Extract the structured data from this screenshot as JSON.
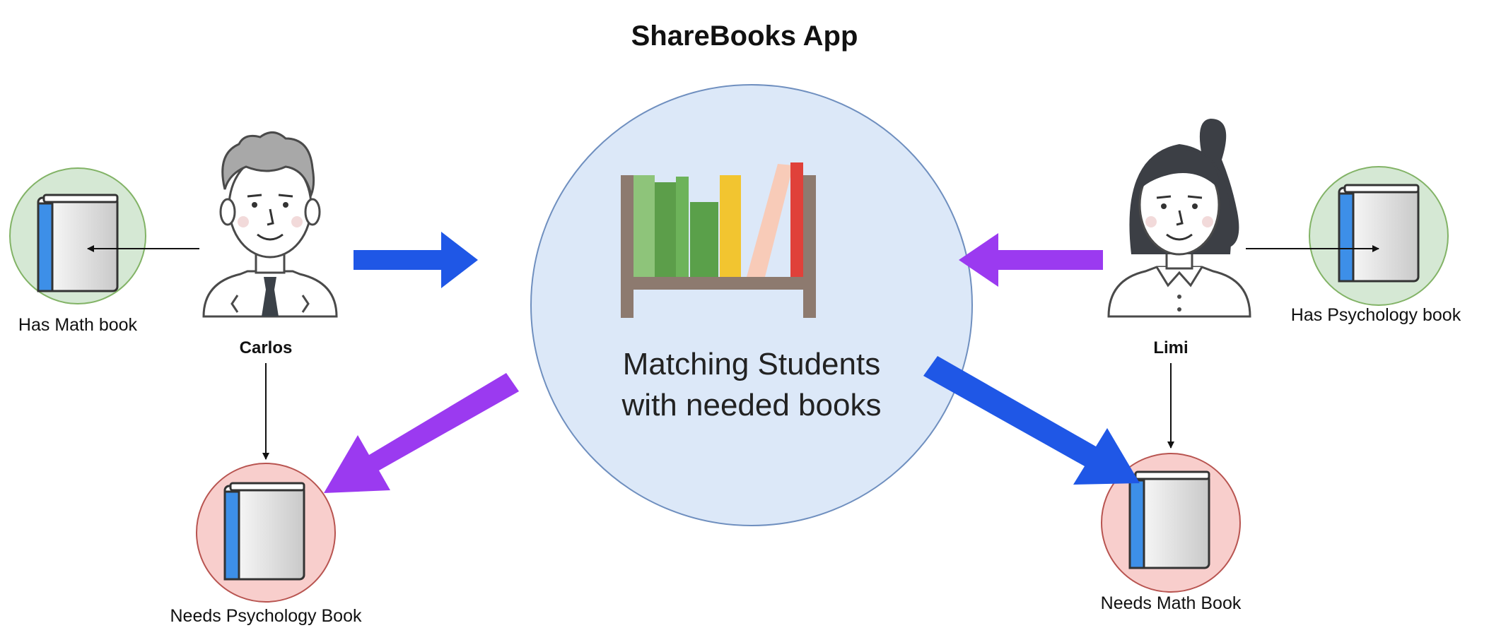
{
  "title": "ShareBooks App",
  "center": {
    "line1": "Matching Students",
    "line2": "with needed books"
  },
  "people": {
    "left": {
      "name": "Carlos",
      "has_label": "Has Math book",
      "needs_label": "Needs Psychology Book"
    },
    "right": {
      "name": "Limi",
      "has_label": "Has Psychology book",
      "needs_label": "Needs Math Book"
    }
  },
  "colors": {
    "blue_arrow": "#1f57e6",
    "purple_arrow": "#9b3af0",
    "center_fill": "#dce8f8",
    "center_stroke": "#6f8fbf",
    "has_fill": "#d5e8d4",
    "has_stroke": "#82b366",
    "needs_fill": "#f8cecc",
    "needs_stroke": "#b85450",
    "book_spine": "#3d8fe8"
  }
}
